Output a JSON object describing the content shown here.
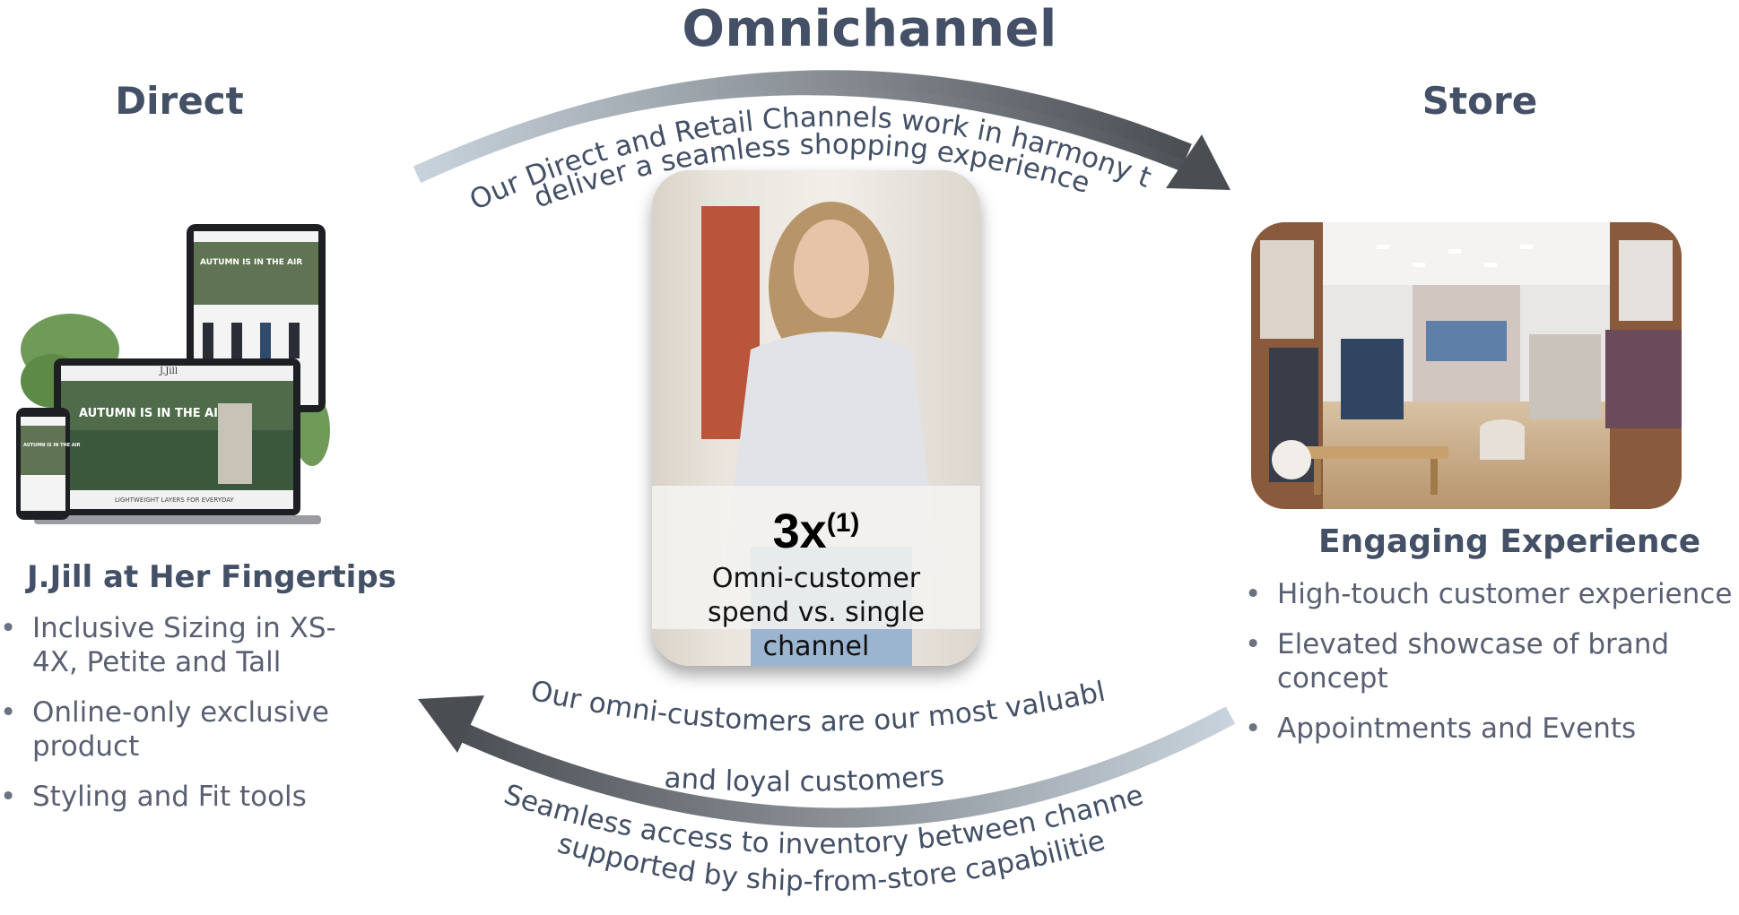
{
  "headings": {
    "title": "Omnichannel",
    "direct": "Direct",
    "store": "Store"
  },
  "arc_text": {
    "top_line1": "Our Direct and Retail Channels work in harmony to",
    "top_line2": "deliver a seamless shopping experience",
    "bottom_line1": "Our omni-customers are our most valuable",
    "bottom_line2": "and loyal customers",
    "lower_line1": "Seamless access to inventory between channels",
    "lower_line2": "supported by ship-from-store capabilities"
  },
  "direct_image": {
    "banner_large": "AUTUMN IS IN THE AIR",
    "banner_tablet": "AUTUMN IS IN THE AIR",
    "banner_phone": "AUTUMN IS IN THE AIR",
    "footer_strip": "LIGHTWEIGHT LAYERS FOR EVERYDAY",
    "logo": "J.Jill"
  },
  "center": {
    "stat_value": "3x",
    "stat_footnote": "(1)",
    "stat_caption": "Omni-customer spend vs. single channel"
  },
  "direct": {
    "subtitle": "J.Jill at Her Fingertips",
    "bullets": [
      "Inclusive Sizing in XS-4X, Petite and Tall",
      "Online-only exclusive product",
      "Styling and Fit tools"
    ]
  },
  "store": {
    "subtitle": "Engaging Experience",
    "bullets": [
      "High-touch customer experience",
      "Elevated showcase of brand concept",
      "Appointments and Events"
    ]
  },
  "colors": {
    "heading": "#445066",
    "bullet_text": "#5a6072",
    "arc_dark": "#4a4d52",
    "arc_light": "#c4cfd9"
  }
}
